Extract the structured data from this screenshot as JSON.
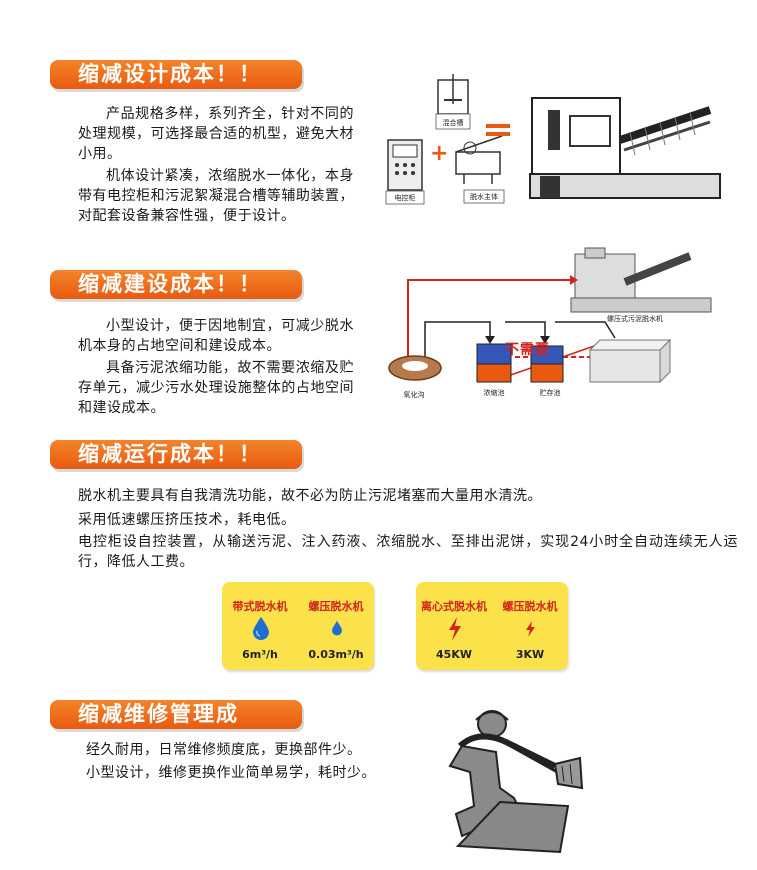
{
  "sections": {
    "s1": {
      "title": "缩减设计成本！！",
      "p1": "产品规格多样，系列齐全，针对不同的处理规模，可选择最合适的机型，避免大材小用。",
      "p2": "机体设计紧凑，浓缩脱水一体化，本身带有电控柜和污泥絮凝混合槽等辅助装置，对配套设备兼容性强，便于设计。",
      "labels": {
        "mix_tank": "混合槽",
        "control_cabinet": "电控柜",
        "main_body": "脱水主体"
      }
    },
    "s2": {
      "title": "缩减建设成本！！",
      "p1": "小型设计，便于因地制宜，可减少脱水机本身的占地空间和建设成本。",
      "p2": "具备污泥浓缩功能，故不需要浓缩及贮存单元，减少污水处理设施整体的占地空间和建设成本。",
      "labels": {
        "machine": "螺压式污泥脱水机",
        "oxidation_ditch": "氧化沟",
        "thickening_tank": "浓缩池",
        "storage_tank": "贮存池",
        "not_needed": "不需要"
      }
    },
    "s3": {
      "title": "缩减运行成本！！",
      "lines": [
        "脱水机主要具有自我清洗功能，故不必为防止污泥堵塞而大量用水清洗。",
        "采用低速螺压挤压技术，耗电低。",
        "电控柜设自控装置，从输送污泥、注入药液、浓缩脱水、至排出泥饼，实现24小时全自动连续无人运行，降低人工费。"
      ],
      "water": {
        "left_title": "带式脱水机",
        "right_title": "螺压脱水机",
        "left_value": "6m³/h",
        "right_value": "0.03m³/h"
      },
      "power": {
        "left_title": "离心式脱水机",
        "right_title": "螺压脱水机",
        "left_value": "45KW",
        "right_value": "3KW"
      }
    },
    "s4": {
      "title": "缩减维修管理成本！！",
      "lines": [
        "经久耐用，日常维修频度底，更换部件少。",
        "小型设计，维修更换作业简单易学，耗时少。"
      ]
    }
  },
  "colors": {
    "tag_orange": "#e95a10",
    "diagram_red": "#d2231e",
    "drop_blue": "#1e6fd0",
    "panel_yellow": "#fbe24a"
  },
  "icons": [
    "water-drop-icon",
    "lightning-icon",
    "plus-icon",
    "equals-icon",
    "arrow-icon"
  ]
}
